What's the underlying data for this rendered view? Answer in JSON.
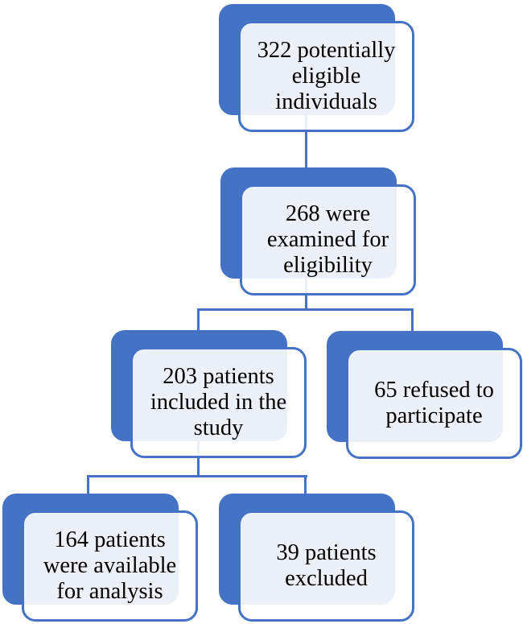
{
  "diagram": {
    "type": "study-flowchart",
    "colors": {
      "accent": "#4472C4",
      "node_front_fill": "rgba(255,255,255,0.9)",
      "node_overlap_tint": "#EDF1F8",
      "text": "#000000",
      "background": "#FFFFFF"
    },
    "nodes": [
      {
        "id": "eligible",
        "label": "322 potentially\neligible\nindividuals"
      },
      {
        "id": "examined",
        "label": "268 were\nexamined for\neligibility"
      },
      {
        "id": "included",
        "label": "203 patients\nincluded in the\nstudy"
      },
      {
        "id": "refused",
        "label": "65 refused to\nparticipate"
      },
      {
        "id": "analyzed",
        "label": "164 patients\nwere available\nfor analysis"
      },
      {
        "id": "excluded",
        "label": "39 patients\nexcluded"
      }
    ],
    "edges": [
      {
        "from": "eligible",
        "to": "examined"
      },
      {
        "from": "examined",
        "to": "included"
      },
      {
        "from": "examined",
        "to": "refused"
      },
      {
        "from": "included",
        "to": "analyzed"
      },
      {
        "from": "included",
        "to": "excluded"
      }
    ]
  }
}
